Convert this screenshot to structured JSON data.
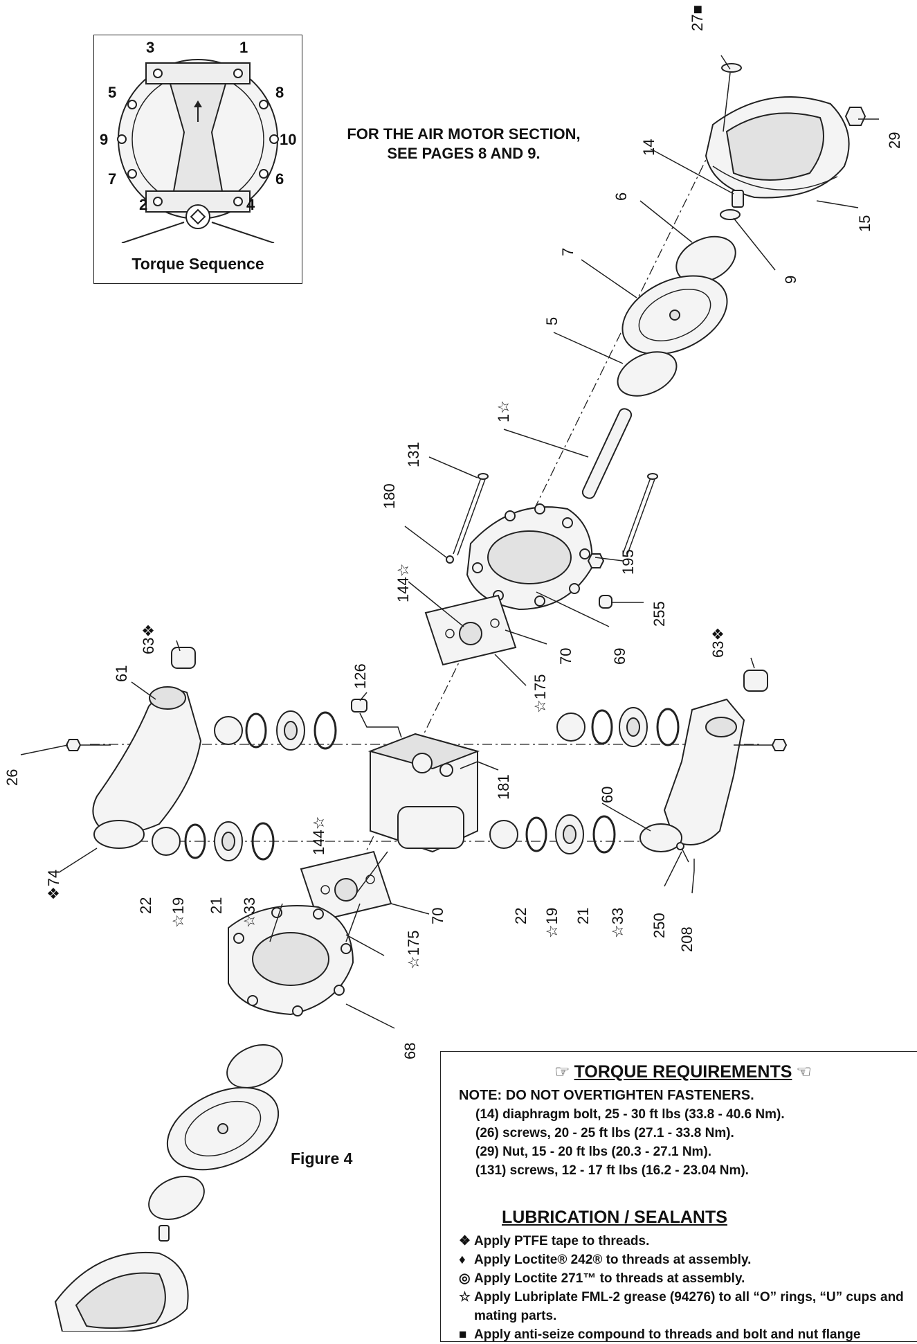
{
  "inset": {
    "caption": "Torque Sequence",
    "bolt_numbers": [
      "1",
      "2",
      "3",
      "4",
      "5",
      "6",
      "7",
      "8",
      "9",
      "10"
    ]
  },
  "air_motor_note": {
    "line1": "FOR THE AIR MOTOR SECTION,",
    "line2": "SEE PAGES 8 AND 9."
  },
  "figure_label": "Figure 4",
  "callouts": {
    "c27": "27■",
    "c29": "29",
    "c14": "14",
    "c15": "15",
    "c6": "6",
    "c9": "9",
    "c7": "7",
    "c5": "5",
    "c1": "1☆",
    "c131": "131",
    "c180": "180",
    "c195": "195",
    "c255": "255",
    "c144a": "144☆",
    "c144b": "144☆",
    "c69": "69",
    "c70a": "70",
    "c70b": "70",
    "c175a": "☆175",
    "c175b": "☆175",
    "c63a": "63❖",
    "c63b": "63❖",
    "c61": "61",
    "c126": "126",
    "c26": "26",
    "c181": "181",
    "c60": "60",
    "c74": "❖74",
    "c22a": "22",
    "c19a": "☆19",
    "c21a": "21",
    "c33a": "☆33",
    "c22b": "22",
    "c19b": "☆19",
    "c21b": "21",
    "c33b": "☆33",
    "c250": "250",
    "c208": "208",
    "c68": "68"
  },
  "torque_requirements": {
    "title": "TORQUE REQUIREMENTS",
    "note": "NOTE: DO NOT OVERTIGHTEN FASTENERS.",
    "items": [
      "(14) diaphragm bolt, 25 - 30 ft lbs (33.8 - 40.6 Nm).",
      "(26) screws, 20 - 25 ft lbs (27.1 - 33.8 Nm).",
      "(29) Nut, 15 - 20 ft lbs (20.3 - 27.1 Nm).",
      "(131) screws, 12 - 17 ft lbs (16.2 - 23.04 Nm)."
    ]
  },
  "lubrication": {
    "title": "LUBRICATION / SEALANTS",
    "items": [
      {
        "symbol": "❖",
        "text": "Apply PTFE tape to threads."
      },
      {
        "symbol": "♦",
        "text": "Apply Loctite® 242® to threads at assembly."
      },
      {
        "symbol": "◎",
        "text": "Apply Loctite 271™ to threads at assembly."
      },
      {
        "symbol": "☆",
        "text": "Apply Lubriplate FML-2 grease (94276) to all “O” rings, “U” cups and mating parts."
      },
      {
        "symbol": "■",
        "text": "Apply anti-seize compound to threads and bolt and nut flange"
      }
    ]
  }
}
